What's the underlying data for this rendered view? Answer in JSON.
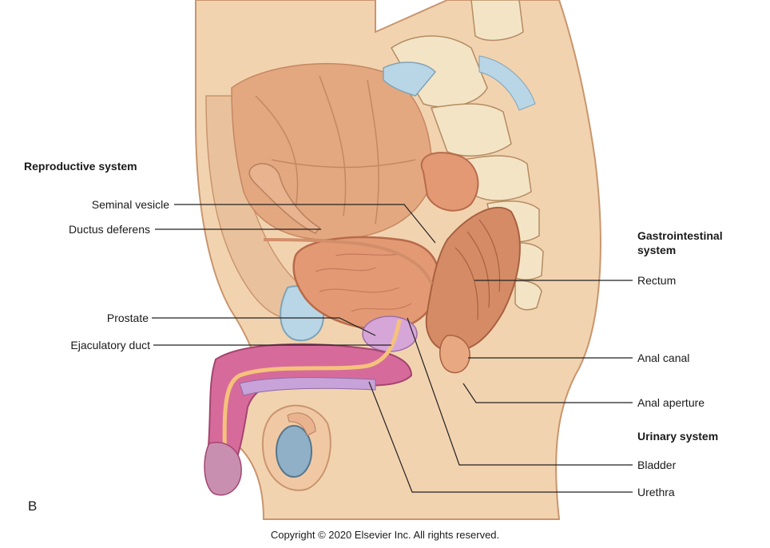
{
  "figure": {
    "panel_letter": "B",
    "copyright": "Copyright © 2020 Elsevier Inc. All rights reserved."
  },
  "groups": {
    "reproductive": "Reproductive system",
    "gastrointestinal_1": "Gastrointestinal",
    "gastrointestinal_2": "system",
    "urinary": "Urinary system"
  },
  "labels": {
    "seminal_vesicle": "Seminal vesicle",
    "ductus_deferens": "Ductus deferens",
    "prostate": "Prostate",
    "ejaculatory_duct": "Ejaculatory duct",
    "rectum": "Rectum",
    "anal_canal": "Anal canal",
    "anal_aperture": "Anal aperture",
    "bladder": "Bladder",
    "urethra": "Urethra"
  },
  "colors": {
    "skin": "#f2d3b0",
    "tissue": "#e8b58e",
    "peritoneum": "#d9986e",
    "bladder": "#e39a74",
    "rectum": "#c97f5b",
    "bone": "#f4e4c6",
    "cartilage": "#b9d6e6",
    "prostate": "#d7a6d8",
    "erectile": "#d66b9b",
    "testis": "#8fb0c6",
    "leader": "#222222"
  }
}
